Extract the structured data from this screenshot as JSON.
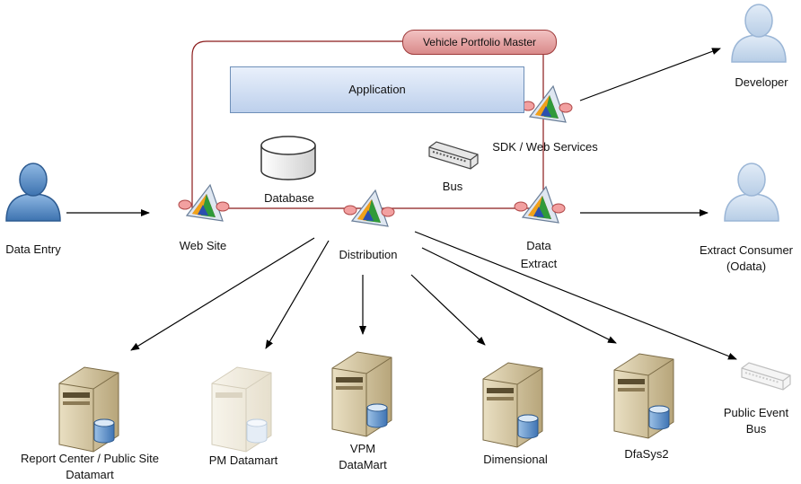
{
  "container_title": "Vehicle Portfolio Master",
  "application_label": "Application",
  "nodes": {
    "database": "Database",
    "bus": "Bus",
    "web_site": "Web Site",
    "distribution": "Distribution",
    "data_extract": [
      "Data",
      "Extract"
    ],
    "sdk": "SDK / Web Services",
    "data_entry": "Data Entry",
    "developer": "Developer",
    "extract_consumer": [
      "Extract Consumer",
      "(Odata)"
    ]
  },
  "servers": {
    "report_center": [
      "Report Center / Public Site",
      "Datamart"
    ],
    "pm_datamart": "PM Datamart",
    "vpm_datamart": [
      "VPM",
      "DataMart"
    ],
    "dimensional": "Dimensional",
    "dfasys2": "DfaSys2",
    "public_event_bus": [
      "Public Event",
      "Bus"
    ]
  },
  "icons": {
    "user": "user-icon",
    "server": "server-icon",
    "service": "service-prism-icon",
    "database": "database-cylinder-icon",
    "bus": "bus-device-icon"
  },
  "colors": {
    "container_border": "#8b1a1a",
    "arrow": "#000000",
    "user_active": "#5b8fc8",
    "user_faded": "#bfd3ea"
  }
}
